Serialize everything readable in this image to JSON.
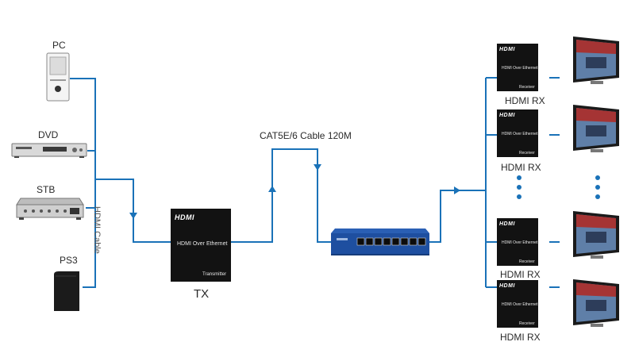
{
  "colors": {
    "link": "#1a72b8",
    "device": "#121212",
    "switch": "#1e4fa0"
  },
  "sources": [
    {
      "label": "PC",
      "icon": "pc-tower-icon"
    },
    {
      "label": "DVD",
      "icon": "dvd-player-icon"
    },
    {
      "label": "STB",
      "icon": "set-top-box-icon"
    },
    {
      "label": "PS3",
      "icon": "game-console-icon"
    }
  ],
  "hdmi_cable_label": "HDMI Cable",
  "cat_cable_label": "CAT5E/6 Cable 120M",
  "transmitter": {
    "logo": "HDMI",
    "product": "HDMI Over Ethernet",
    "role": "Transmitter",
    "caption": "TX"
  },
  "switch": {
    "icon": "network-switch-icon",
    "ports": 8
  },
  "receivers": [
    {
      "logo": "HDMI",
      "product": "HDMI Over Ethernet",
      "role": "Receiver",
      "caption": "HDMI RX"
    },
    {
      "logo": "HDMI",
      "product": "HDMI Over Ethernet",
      "role": "Receiver",
      "caption": "HDMI RX"
    },
    {
      "logo": "HDMI",
      "product": "HDMI Over Ethernet",
      "role": "Receiver",
      "caption": "HDMI RX"
    },
    {
      "logo": "HDMI",
      "product": "HDMI Over Ethernet",
      "role": "Receiver",
      "caption": "HDMI RX"
    }
  ],
  "displays": {
    "icon": "tv-display-icon",
    "count": 4
  }
}
